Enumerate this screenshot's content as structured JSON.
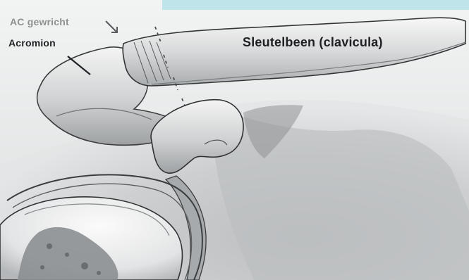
{
  "labels": {
    "ac_joint": "AC gewricht",
    "acromion": "Acromion",
    "clavicle": "Sleutelbeen (clavicula)"
  },
  "colors": {
    "teal_banner": "#bfe4ea",
    "ink": "#1f2224",
    "muted_label": "#8d8f91"
  }
}
